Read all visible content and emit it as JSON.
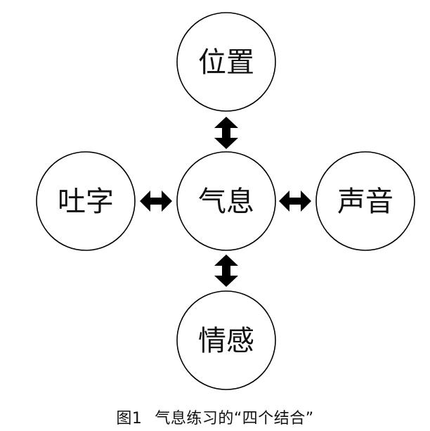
{
  "diagram": {
    "nodes": {
      "center": {
        "label": "气息"
      },
      "top": {
        "label": "位置"
      },
      "left": {
        "label": "吐字"
      },
      "right": {
        "label": "声音"
      },
      "bottom": {
        "label": "情感"
      }
    }
  },
  "caption": {
    "figure_number": "图1",
    "title": "气息练习的“四个结合”"
  },
  "colors": {
    "stroke": "#000000",
    "text": "#111111",
    "background": "#ffffff"
  }
}
